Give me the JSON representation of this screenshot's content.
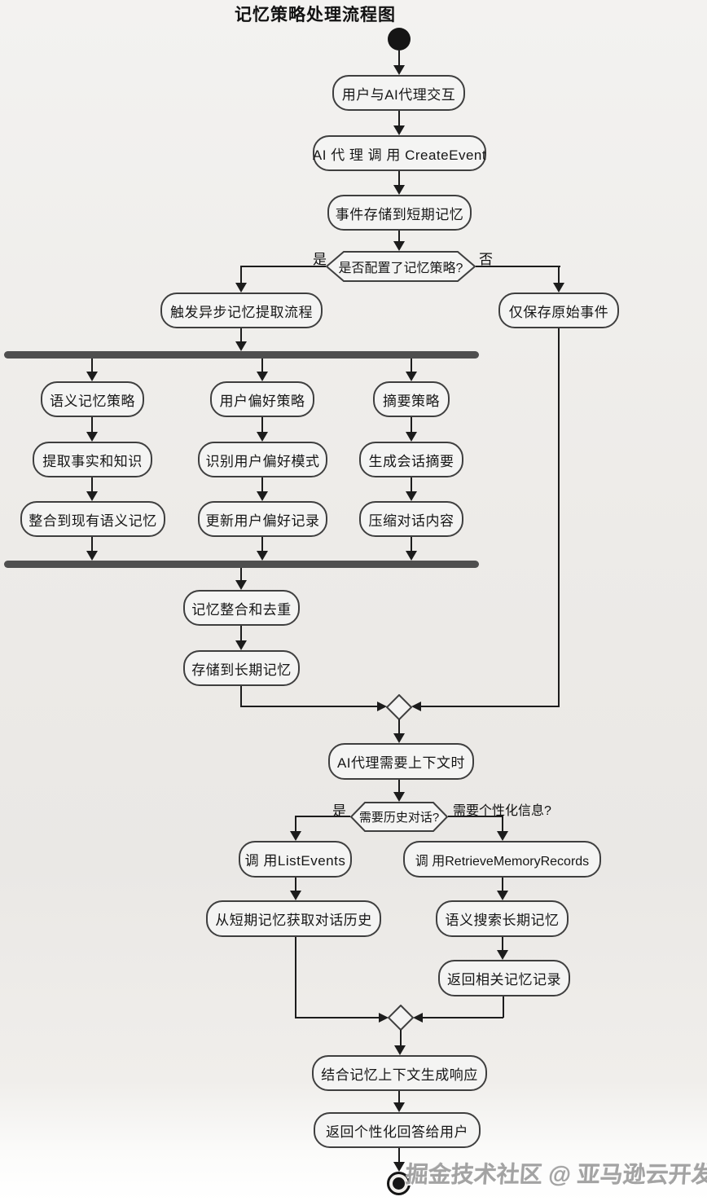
{
  "title": "记忆策略处理流程图",
  "watermark": "掘金技术社区 @ 亚马逊云开发者",
  "colors": {
    "background": "#edebe8",
    "node_fill": "#f4f4f3",
    "node_border": "#3f3f3f",
    "fork_bar": "#4f4f4f",
    "line": "#1c1c1c",
    "watermark_gray": "#a3a3a3"
  },
  "nodes": {
    "interact": "用户与AI代理交互",
    "create_event": "AI 代 理 调 用 CreateEvent",
    "store_short": "事件存储到短期记忆",
    "trigger_async": "触发异步记忆提取流程",
    "save_raw": "仅保存原始事件",
    "semantic_strategy": "语义记忆策略",
    "extract_facts": "提取事实和知识",
    "integrate_semantic": "整合到现有语义记忆",
    "pref_strategy": "用户偏好策略",
    "identify_pref": "识别用户偏好模式",
    "update_pref": "更新用户偏好记录",
    "summary_strategy": "摘要策略",
    "gen_summary": "生成会话摘要",
    "compress_dialog": "压缩对话内容",
    "merge_dedup": "记忆整合和去重",
    "store_long": "存储到长期记忆",
    "need_context": "AI代理需要上下文时",
    "list_events": "调 用ListEvents",
    "retrieve_records": "调 用RetrieveMemoryRecords",
    "get_history": "从短期记忆获取对话历史",
    "semantic_search": "语义搜索长期记忆",
    "return_records": "返回相关记忆记录",
    "combine_context": "结合记忆上下文生成响应",
    "return_answer": "返回个性化回答给用户"
  },
  "decisions": {
    "configured": {
      "text": "是否配置了记忆策略?",
      "yes_label": "是",
      "no_label": "否"
    },
    "need_history": {
      "text": "需要历史对话?",
      "yes_label": "是",
      "right_label": "需要个性化信息?"
    }
  }
}
